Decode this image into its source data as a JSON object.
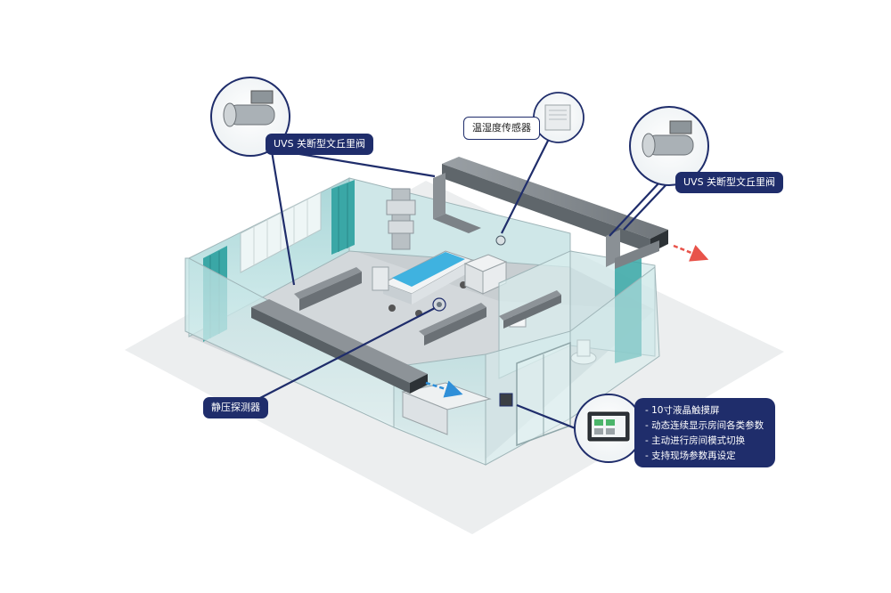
{
  "labels": {
    "valve_left": "UVS 关断型文丘里阀",
    "valve_right": "UVS 关断型文丘里阀",
    "humidity_sensor": "温湿度传感器",
    "pressure_detector": "静压探测器"
  },
  "touchscreen": {
    "features": [
      "- 10寸液晶触摸屏",
      "- 动态连续显示房间各类参数",
      "- 主动进行房间模式切换",
      "- 支持现场参数再设定"
    ]
  },
  "colors": {
    "label_navy": "#1f2d6b",
    "glass_teal": "#bfe3e4",
    "duct_gray": "#7c8287",
    "exhaust_arrow": "#e8534a",
    "supply_arrow": "#2f8fd8"
  }
}
